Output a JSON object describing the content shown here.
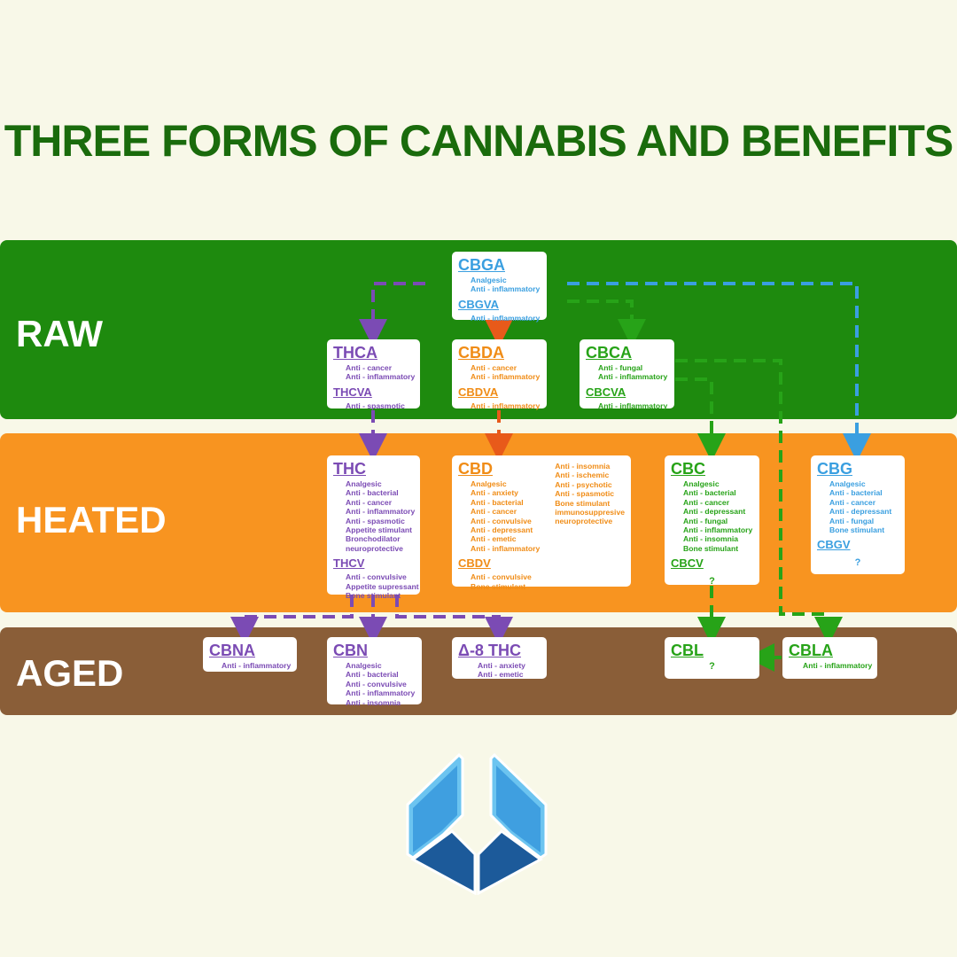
{
  "title": "THREE FORMS OF CANNABIS AND BENEFITS",
  "colors": {
    "raw": "#1e8a0e",
    "heated": "#f89420",
    "aged": "#8a5e38",
    "purple": "#7b4bb4",
    "orange": "#f08c16",
    "green": "#27a318",
    "blue": "#3a9fe0",
    "title": "#1a6b0c"
  },
  "bands": {
    "raw": "RAW",
    "heated": "HEATED",
    "aged": "AGED"
  },
  "boxes": {
    "cbga": {
      "name": "CBGA",
      "items": [
        "Analgesic",
        "Anti - inflammatory"
      ],
      "sub": "CBGVA",
      "sub_items": [
        "Anti - inflammatory"
      ]
    },
    "thca": {
      "name": "THCA",
      "items": [
        "Anti - cancer",
        "Anti - inflammatory"
      ],
      "sub": "THCVA",
      "sub_items": [
        "Anti - spasmotic"
      ]
    },
    "cbda": {
      "name": "CBDA",
      "items": [
        "Anti - cancer",
        "Anti - inflammatory"
      ],
      "sub": "CBDVA",
      "sub_items": [
        "Anti - inflammatory"
      ]
    },
    "cbca": {
      "name": "CBCA",
      "items": [
        "Anti - fungal",
        "Anti - inflammatory"
      ],
      "sub": "CBCVA",
      "sub_items": [
        "Anti - inflammatory"
      ]
    },
    "thc": {
      "name": "THC",
      "items": [
        "Analgesic",
        "Anti - bacterial",
        "Anti - cancer",
        "Anti - inflammatory",
        "Anti - spasmotic",
        "Appetite stimulant",
        "Bronchodilator",
        "neuroprotective"
      ],
      "sub": "THCV",
      "sub_items": [
        "Anti - convulsive",
        "Appetite supressant",
        "Bone stimulant"
      ]
    },
    "cbd": {
      "name": "CBD",
      "items": [
        "Analgesic",
        "Anti - anxiety",
        "Anti - bacterial",
        "Anti - cancer",
        "Anti - convulsive",
        "Anti - depressant",
        "Anti - emetic",
        "Anti - inflammatory"
      ],
      "items2": [
        "Anti - insomnia",
        "Anti - ischemic",
        "Anti - psychotic",
        "Anti - spasmotic",
        "Bone stimulant",
        "immunosuppresive",
        "neuroprotective"
      ],
      "sub": "CBDV",
      "sub_items": [
        "Anti - convulsive",
        "Bone stimulant"
      ]
    },
    "cbc": {
      "name": "CBC",
      "items": [
        "Analgesic",
        "Anti - bacterial",
        "Anti - cancer",
        "Anti - depressant",
        "Anti - fungal",
        "Anti - inflammatory",
        "Anti - insomnia",
        "Bone stimulant"
      ],
      "sub": "CBCV",
      "sub_q": "?"
    },
    "cbg": {
      "name": "CBG",
      "items": [
        "Analgesic",
        "Anti - bacterial",
        "Anti - cancer",
        "Anti - depressant",
        "Anti - fungal",
        "Bone stimulant"
      ],
      "sub": "CBGV",
      "sub_q": "?"
    },
    "cbna": {
      "name": "CBNA",
      "items": [
        "Anti - inflammatory"
      ]
    },
    "cbn": {
      "name": "CBN",
      "items": [
        "Analgesic",
        "Anti - bacterial",
        "Anti - convulsive",
        "Anti - inflammatory",
        "Anti - insomnia"
      ]
    },
    "d8thc": {
      "name": "Δ-8 THC",
      "items": [
        "Anti - anxiety",
        "Anti - emetic"
      ]
    },
    "cbl": {
      "name": "CBL",
      "q": "?"
    },
    "cbla": {
      "name": "CBLA",
      "items": [
        "Anti - inflammatory"
      ]
    }
  },
  "logo": {
    "icon": "hexagon-cube-logo"
  }
}
